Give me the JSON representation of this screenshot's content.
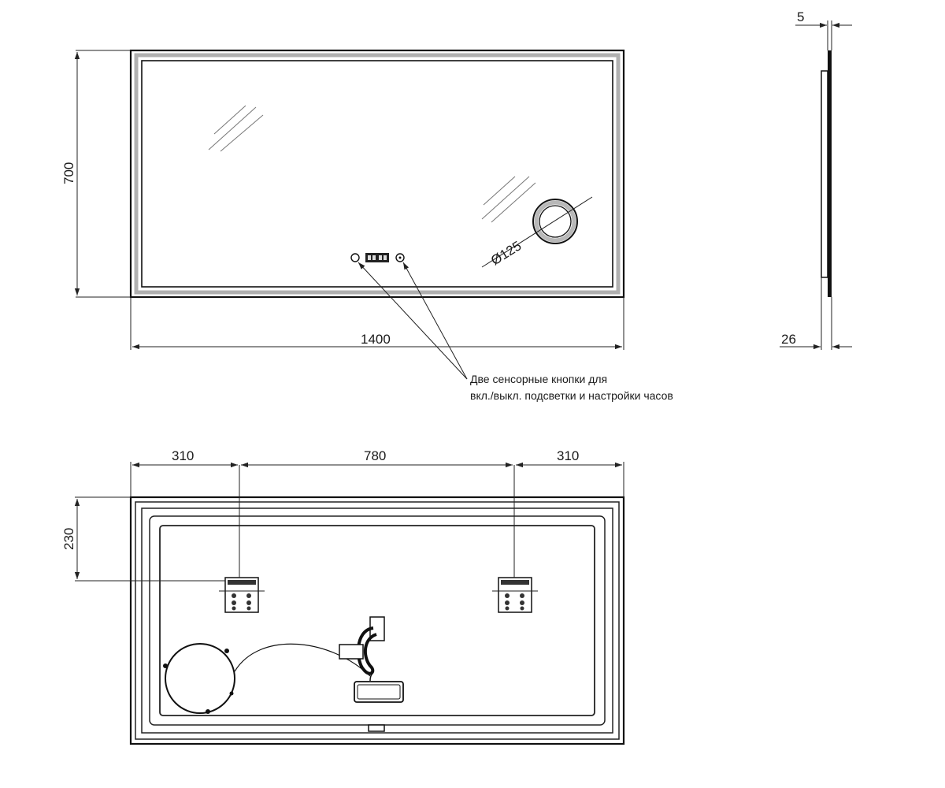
{
  "front_view": {
    "width_label": "1400",
    "height_label": "700",
    "magnifier_label": "Ø125"
  },
  "side_view": {
    "top_label": "5",
    "bottom_label": "26"
  },
  "callout": {
    "line1": "Две сенсорные кнопки для",
    "line2": "вкл./выкл. подсветки и настройки часов"
  },
  "back_view": {
    "left_label": "310",
    "middle_label": "780",
    "right_label": "310",
    "vertical_label": "230"
  }
}
